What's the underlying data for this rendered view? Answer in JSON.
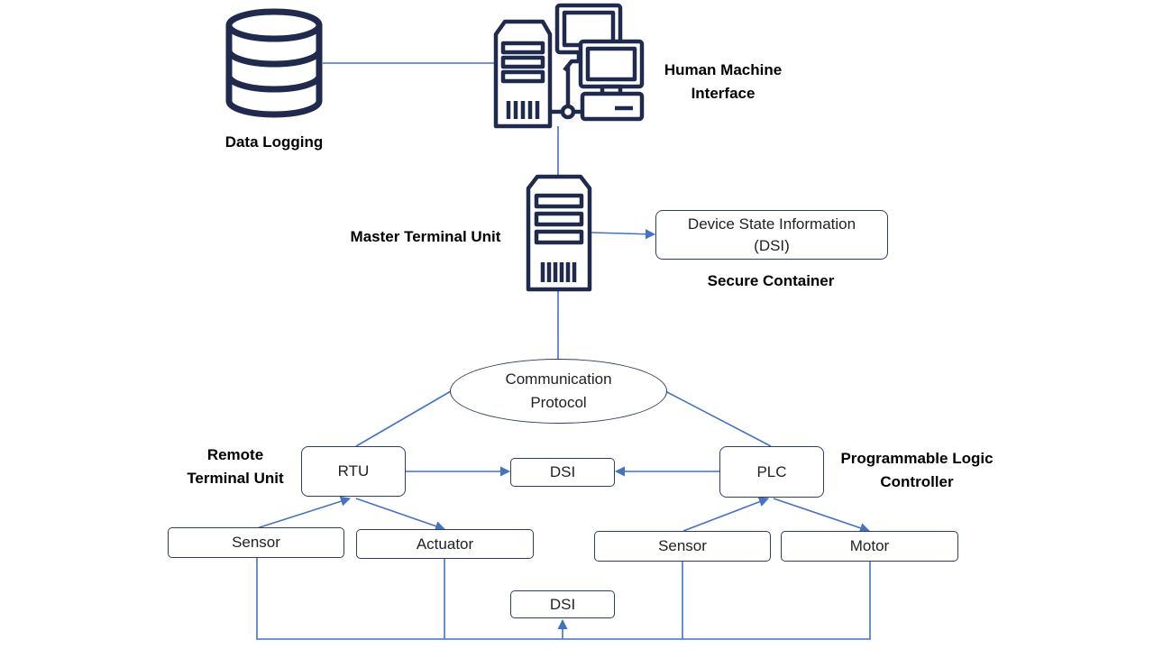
{
  "labels": {
    "data_logging": "Data Logging",
    "hmi_line1": "Human Machine",
    "hmi_line2": "Interface",
    "mtu": "Master Terminal Unit",
    "secure_container": "Secure Container",
    "rtu_line1": "Remote",
    "rtu_line2": "Terminal Unit",
    "plc_line1": "Programmable Logic",
    "plc_line2": "Controller"
  },
  "boxes": {
    "dsi_info_line1": "Device State Information",
    "dsi_info_line2": "(DSI)",
    "comm_line1": "Communication",
    "comm_line2": "Protocol",
    "rtu": "RTU",
    "plc": "PLC",
    "dsi_center": "DSI",
    "dsi_bottom": "DSI",
    "sensor_left": "Sensor",
    "actuator": "Actuator",
    "sensor_right": "Sensor",
    "motor": "Motor"
  },
  "colors": {
    "line": "#4472c4",
    "border": "#2f3d66",
    "icon": "#1f2a4d"
  },
  "icons": [
    "database-icon",
    "workstation-icon",
    "server-icon"
  ]
}
